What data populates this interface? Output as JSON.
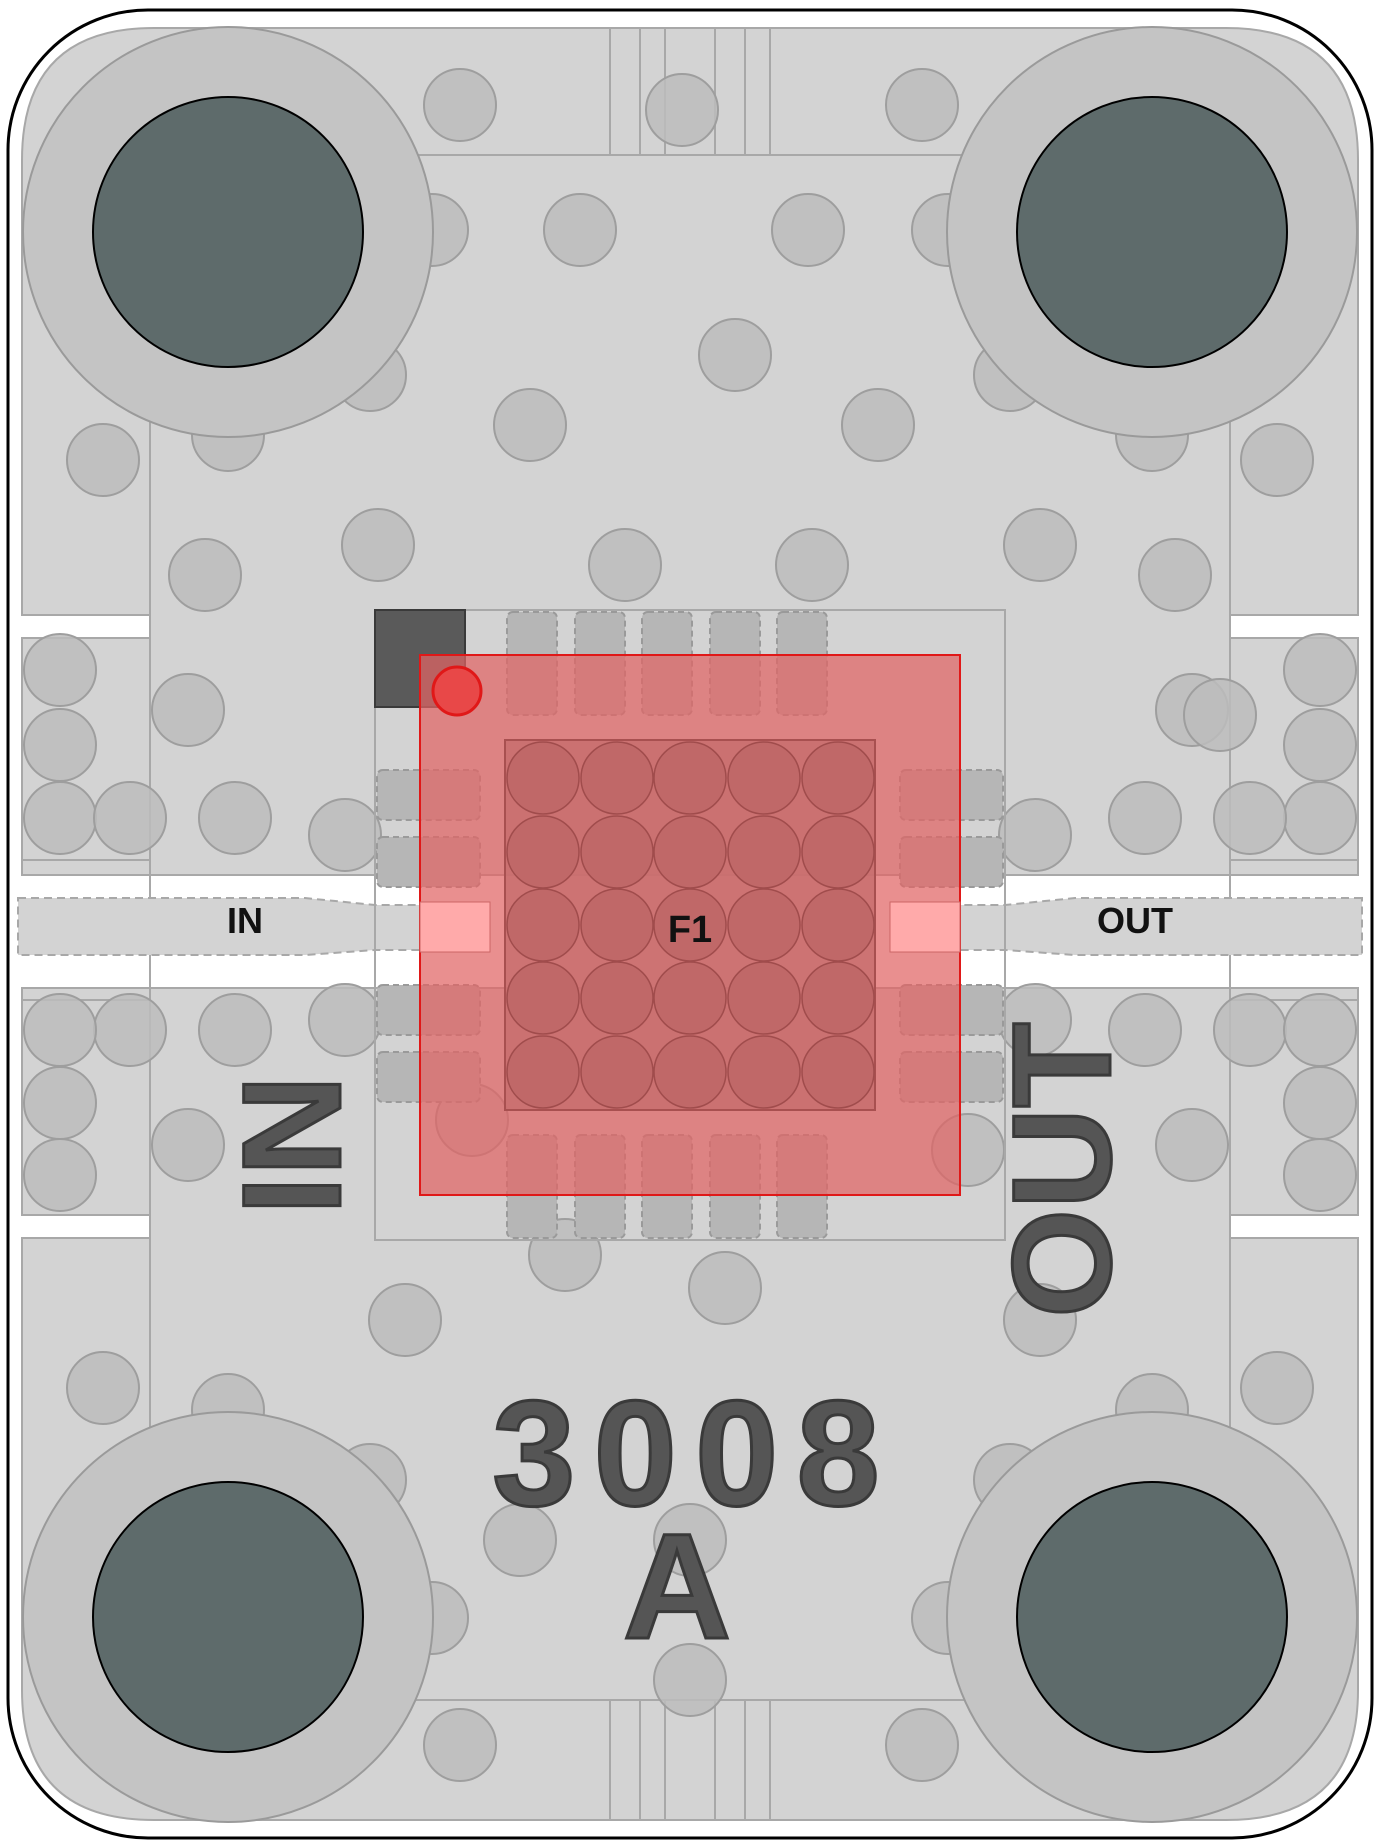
{
  "labels": {
    "in_trace": "IN",
    "out_trace": "OUT",
    "component_ref": "F1",
    "silk_in": "IN",
    "silk_out": "OUT",
    "part_number": "3008",
    "revision": "A"
  },
  "colors": {
    "board_outline": "#000000",
    "copper": "#d3d3d3",
    "copper_edge": "#a8a8a8",
    "via": "#bcbcbc",
    "mount_hole": "#5e6b6b",
    "component_body": "#e06464",
    "component_pad": "#c86e6e",
    "pin1_marker": "#e01818",
    "silk_text": "#555555"
  }
}
